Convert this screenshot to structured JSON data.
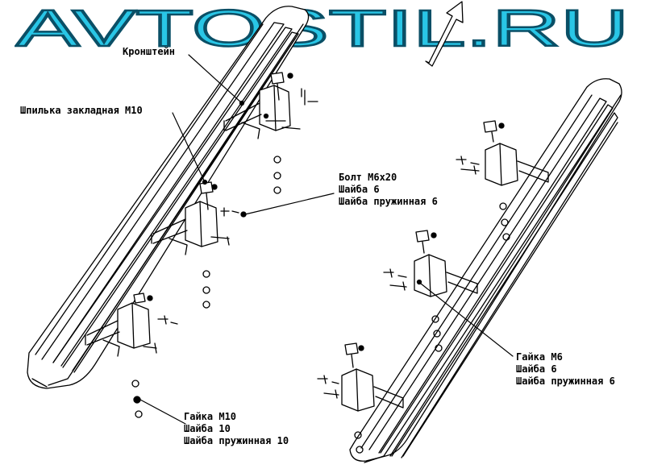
{
  "brand": {
    "text": "AVTOSTIL.RU",
    "fill_color": "#29c6e6",
    "outline_color": "#0a4f66"
  },
  "labels": {
    "bracket": "Кронштейн",
    "stud": "Шпилька закладная М10",
    "bolt_group": [
      "Болт М6х20",
      "Шайба 6",
      "Шайба пружинная 6"
    ],
    "nut6_group": [
      "Гайка М6",
      "Шайба 6",
      "Шайба пружинная 6"
    ],
    "nut10_group": [
      "Гайка М10",
      "Шайба 10",
      "Шайба пружинная 10"
    ]
  },
  "colors": {
    "line": "#000000",
    "background": "#ffffff"
  }
}
